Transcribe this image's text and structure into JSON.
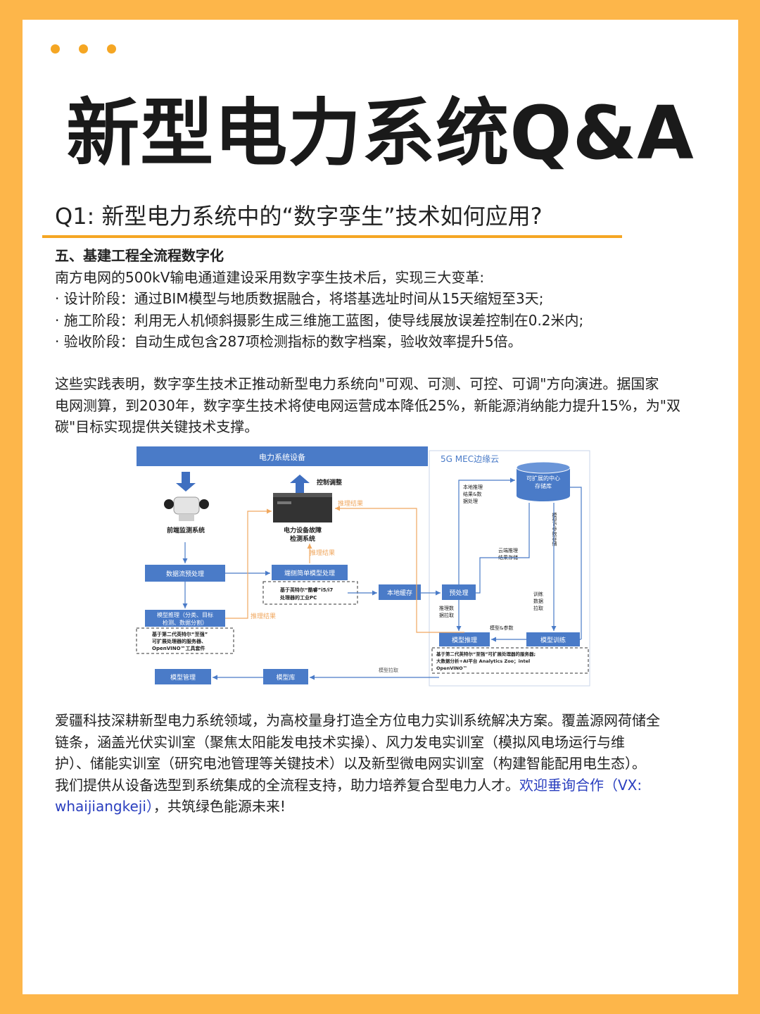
{
  "page": {
    "title": "新型电力系统Q&A",
    "question": "Q1: 新型电力系统中的“数字孪生”技术如何应用?"
  },
  "section1": {
    "heading": "五、基建工程全流程数字化",
    "intro": "南方电网的500kV输电通道建设采用数字孪生技术后，实现三大变革:",
    "bullets": [
      "· 设计阶段：通过BIM模型与地质数据融合，将塔基选址时间从15天缩短至3天;",
      "· 施工阶段：利用无人机倾斜摄影生成三维施工蓝图，使导线展放误差控制在0.2米内;",
      "· 验收阶段：自动生成包含287项检测指标的数字档案，验收效率提升5倍。"
    ]
  },
  "section2": {
    "lines": [
      "这些实践表明，数字孪生技术正推动新型电力系统向\"可观、可测、可控、可调\"方向演进。据国家",
      "电网测算，到2030年，数字孪生技术将使电网运营成本降低25%，新能源消纳能力提升15%，为\"双",
      "碳\"目标实现提供关键技术支撑。"
    ]
  },
  "diagram": {
    "top_bar": "电力系统设备",
    "cloud_label": "5G MEC边缘云",
    "control_adjust": "控制调整",
    "front_monitor": "前端监测系统",
    "fault_detect_1": "电力设备故障",
    "fault_detect_2": "检测系统",
    "infer_result": "推理结果",
    "data_preprocess": "数据流预处理",
    "edge_simple_model": "端侧简单模型处理",
    "edge_pc_1": "基于英特尔“酷睿”i5/i7",
    "edge_pc_2": "处理器的工业PC",
    "local_cache": "本地缓存",
    "preprocess": "预处理",
    "infer_data_pull_1": "推理数",
    "infer_data_pull_2": "据拉取",
    "model_infer_1": "模型推理（分类、目标",
    "model_infer_2": "检测、数据分割）",
    "server_note_1": "基于第二代英特尔“至强”",
    "server_note_2": "可扩展处理器的服务器、",
    "server_note_3": "OpenVINO™工具套件",
    "central_store_1": "可扩展的中心",
    "central_store_2": "存储库",
    "local_infer_1": "本地推理",
    "local_infer_2": "结果&数",
    "local_infer_3": "据处理",
    "model_param_store": "模型&参数存储",
    "cloud_infer_1": "云端推理",
    "cloud_infer_2": "结果存储",
    "train_pull_1": "训练",
    "train_pull_2": "数据",
    "train_pull_3": "拉取",
    "model_params": "模型&参数",
    "cloud_model_infer": "模型推理",
    "model_train": "模型训练",
    "cloud_note_1": "基于第二代英特尔“至强”可扩展处理器的服务器;",
    "cloud_note_2": "大数据分析+AI平台 Analytics Zoo；intel",
    "cloud_note_3": "OpenVINO™",
    "model_manage": "模型管理",
    "model_lib": "模型库",
    "model_pull": "模型拉取"
  },
  "section3": {
    "lines": [
      "爱疆科技深耕新型电力系统领域，为高校量身打造全方位电力实训系统解决方案。覆盖源网荷储全",
      "链条，涵盖光伏实训室（聚焦太阳能发电技术实操）、风力发电实训室（模拟风电场运行与维",
      "护）、储能实训室（研究电池管理等关键技术）以及新型微电网实训室（构建智能配用电生态）。"
    ],
    "line4_plain": "我们提供从设备选型到系统集成的全流程支持，助力培养复合型电力人才。",
    "line4_link": "欢迎垂询合作（VX:",
    "line5_link": "whaijiangkeji）",
    "line5_plain": "，共筑绿色能源未来!"
  },
  "colors": {
    "background": "#FDB64A",
    "accent": "#F5A623",
    "diagram_blue": "#4A7BC8",
    "link": "#2a3fbf"
  }
}
